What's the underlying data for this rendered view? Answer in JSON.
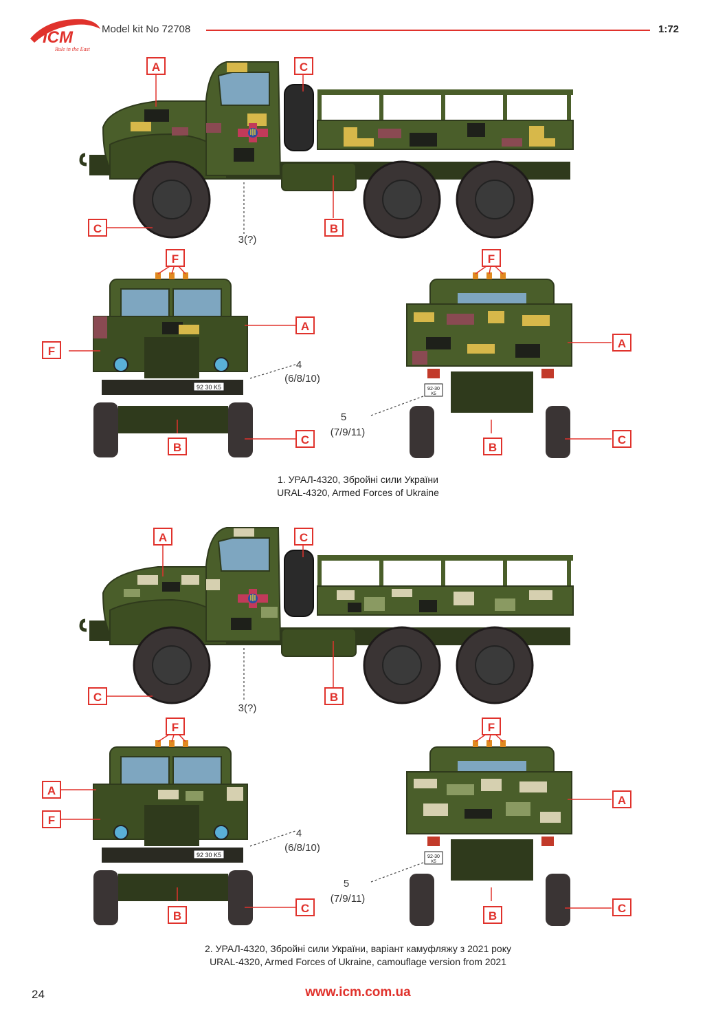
{
  "header": {
    "brand": "ICM",
    "brand_tagline": "Rule in the East",
    "title": "Model kit No 72708",
    "scale": "1:72"
  },
  "colors": {
    "accent": "#e0322c",
    "olive": "#4a5e2a",
    "dark_olive": "#2f3a1c",
    "tyre": "#3a3434",
    "sand": "#d7b84a",
    "maroon": "#8a4a52",
    "black": "#1e201a",
    "light_sand": "#d6d0b0",
    "light_green": "#8a9a62",
    "glass": "#7ea6c0"
  },
  "callouts": {
    "A": "A",
    "B": "B",
    "C": "C",
    "F": "F"
  },
  "scheme1": {
    "note_side": "3(?)",
    "note_front_1": "4",
    "note_front_2": "(6/8/10)",
    "note_rear_1": "5",
    "note_rear_2": "(7/9/11)",
    "plate_front": "92 30 K5",
    "plate_rear_1": "92-30",
    "plate_rear_2": "K5",
    "caption_ua": "1. УРАЛ-4320, Збройні сили України",
    "caption_en": "URAL-4320, Armed Forces of Ukraine"
  },
  "scheme2": {
    "note_side": "3(?)",
    "note_front_1": "4",
    "note_front_2": "(6/8/10)",
    "note_rear_1": "5",
    "note_rear_2": "(7/9/11)",
    "plate_front": "92 30 K5",
    "plate_rear_1": "92-30",
    "plate_rear_2": "K5",
    "caption_ua": "2. УРАЛ-4320, Збройні сили України, варіант камуфляжу з 2021 року",
    "caption_en": "URAL-4320, Armed Forces of Ukraine, camouflage version from 2021"
  },
  "footer": {
    "page_number": "24",
    "url": "www.icm.com.ua"
  }
}
